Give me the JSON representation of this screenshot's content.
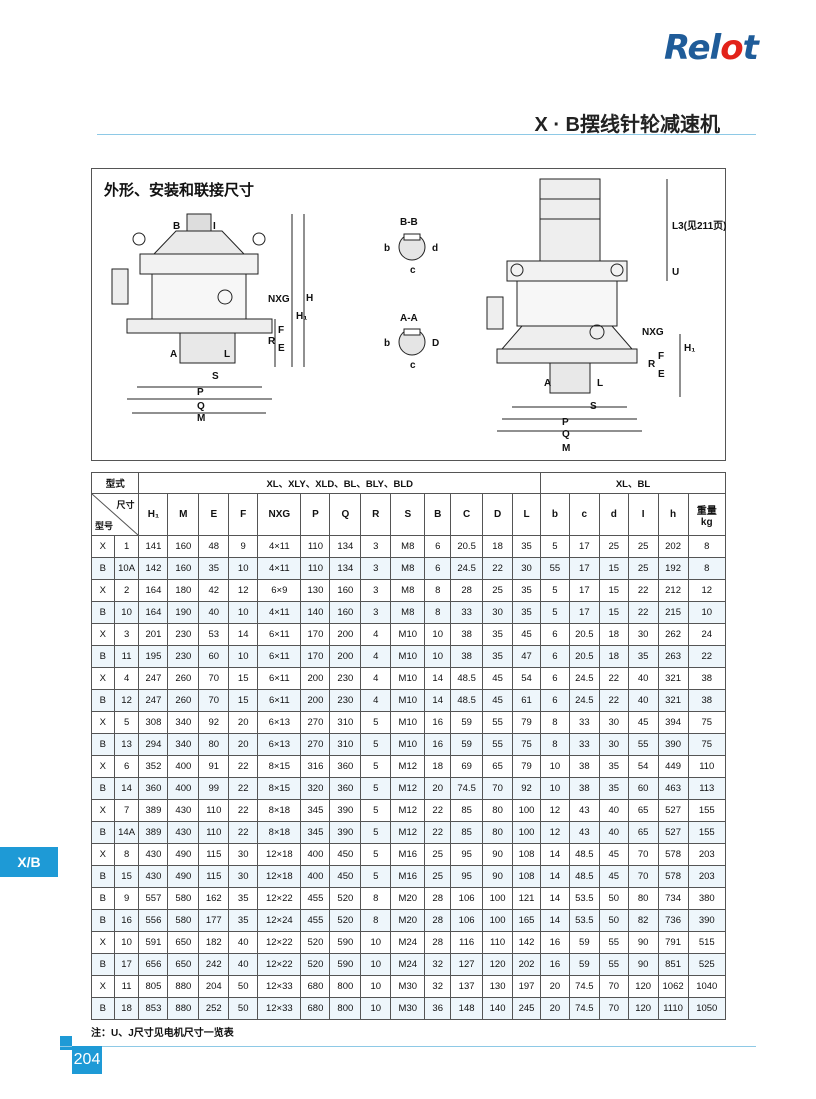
{
  "brand": {
    "logo_pre": "Rel",
    "logo_hl": "o",
    "logo_post": "t"
  },
  "header": {
    "title": "X · B摆线针轮减速机"
  },
  "figure": {
    "title": "外形、安装和联接尺寸",
    "labels": {
      "B": "B",
      "I": "I",
      "NXG": "NXG",
      "H1": "H₁",
      "H": "H",
      "R": "R",
      "F": "F",
      "E": "E",
      "A": "A",
      "L": "L",
      "S": "S",
      "P": "P",
      "Q": "Q",
      "M": "M",
      "BB": "B-B",
      "AA": "A-A",
      "b": "b",
      "d": "d",
      "c": "c",
      "D": "D",
      "U": "U",
      "L3": "L3(见211页)"
    }
  },
  "table": {
    "group_label": "型式",
    "group1": "XL、XLY、XLD、BL、BLY、BLD",
    "group2": "XL、BL",
    "corner_top": "尺寸",
    "corner_bottom": "型号",
    "columns": [
      "H₁",
      "M",
      "E",
      "F",
      "NXG",
      "P",
      "Q",
      "R",
      "S",
      "B",
      "C",
      "D",
      "L",
      "b",
      "c",
      "d",
      "I",
      "h"
    ],
    "weight_label": "重量",
    "weight_unit": "kg",
    "rows": [
      [
        "X",
        "1",
        "141",
        "160",
        "48",
        "9",
        "4×11",
        "110",
        "134",
        "3",
        "M8",
        "6",
        "20.5",
        "18",
        "35",
        "5",
        "17",
        "25",
        "25",
        "202",
        "8"
      ],
      [
        "B",
        "10A",
        "142",
        "160",
        "35",
        "10",
        "4×11",
        "110",
        "134",
        "3",
        "M8",
        "6",
        "24.5",
        "22",
        "30",
        "55",
        "17",
        "15",
        "25",
        "192",
        "8"
      ],
      [
        "X",
        "2",
        "164",
        "180",
        "42",
        "12",
        "6×9",
        "130",
        "160",
        "3",
        "M8",
        "8",
        "28",
        "25",
        "35",
        "5",
        "17",
        "15",
        "22",
        "212",
        "12"
      ],
      [
        "B",
        "10",
        "164",
        "190",
        "40",
        "10",
        "4×11",
        "140",
        "160",
        "3",
        "M8",
        "8",
        "33",
        "30",
        "35",
        "5",
        "17",
        "15",
        "22",
        "215",
        "10"
      ],
      [
        "X",
        "3",
        "201",
        "230",
        "53",
        "14",
        "6×11",
        "170",
        "200",
        "4",
        "M10",
        "10",
        "38",
        "35",
        "45",
        "6",
        "20.5",
        "18",
        "30",
        "262",
        "24"
      ],
      [
        "B",
        "11",
        "195",
        "230",
        "60",
        "10",
        "6×11",
        "170",
        "200",
        "4",
        "M10",
        "10",
        "38",
        "35",
        "47",
        "6",
        "20.5",
        "18",
        "35",
        "263",
        "22"
      ],
      [
        "X",
        "4",
        "247",
        "260",
        "70",
        "15",
        "6×11",
        "200",
        "230",
        "4",
        "M10",
        "14",
        "48.5",
        "45",
        "54",
        "6",
        "24.5",
        "22",
        "40",
        "321",
        "38"
      ],
      [
        "B",
        "12",
        "247",
        "260",
        "70",
        "15",
        "6×11",
        "200",
        "230",
        "4",
        "M10",
        "14",
        "48.5",
        "45",
        "61",
        "6",
        "24.5",
        "22",
        "40",
        "321",
        "38"
      ],
      [
        "X",
        "5",
        "308",
        "340",
        "92",
        "20",
        "6×13",
        "270",
        "310",
        "5",
        "M10",
        "16",
        "59",
        "55",
        "79",
        "8",
        "33",
        "30",
        "45",
        "394",
        "75"
      ],
      [
        "B",
        "13",
        "294",
        "340",
        "80",
        "20",
        "6×13",
        "270",
        "310",
        "5",
        "M10",
        "16",
        "59",
        "55",
        "75",
        "8",
        "33",
        "30",
        "55",
        "390",
        "75"
      ],
      [
        "X",
        "6",
        "352",
        "400",
        "91",
        "22",
        "8×15",
        "316",
        "360",
        "5",
        "M12",
        "18",
        "69",
        "65",
        "79",
        "10",
        "38",
        "35",
        "54",
        "449",
        "110"
      ],
      [
        "B",
        "14",
        "360",
        "400",
        "99",
        "22",
        "8×15",
        "320",
        "360",
        "5",
        "M12",
        "20",
        "74.5",
        "70",
        "92",
        "10",
        "38",
        "35",
        "60",
        "463",
        "113"
      ],
      [
        "X",
        "7",
        "389",
        "430",
        "110",
        "22",
        "8×18",
        "345",
        "390",
        "5",
        "M12",
        "22",
        "85",
        "80",
        "100",
        "12",
        "43",
        "40",
        "65",
        "527",
        "155"
      ],
      [
        "B",
        "14A",
        "389",
        "430",
        "110",
        "22",
        "8×18",
        "345",
        "390",
        "5",
        "M12",
        "22",
        "85",
        "80",
        "100",
        "12",
        "43",
        "40",
        "65",
        "527",
        "155"
      ],
      [
        "X",
        "8",
        "430",
        "490",
        "115",
        "30",
        "12×18",
        "400",
        "450",
        "5",
        "M16",
        "25",
        "95",
        "90",
        "108",
        "14",
        "48.5",
        "45",
        "70",
        "578",
        "203"
      ],
      [
        "B",
        "15",
        "430",
        "490",
        "115",
        "30",
        "12×18",
        "400",
        "450",
        "5",
        "M16",
        "25",
        "95",
        "90",
        "108",
        "14",
        "48.5",
        "45",
        "70",
        "578",
        "203"
      ],
      [
        "B",
        "9",
        "557",
        "580",
        "162",
        "35",
        "12×22",
        "455",
        "520",
        "8",
        "M20",
        "28",
        "106",
        "100",
        "121",
        "14",
        "53.5",
        "50",
        "80",
        "734",
        "380"
      ],
      [
        "B",
        "16",
        "556",
        "580",
        "177",
        "35",
        "12×24",
        "455",
        "520",
        "8",
        "M20",
        "28",
        "106",
        "100",
        "165",
        "14",
        "53.5",
        "50",
        "82",
        "736",
        "390"
      ],
      [
        "X",
        "10",
        "591",
        "650",
        "182",
        "40",
        "12×22",
        "520",
        "590",
        "10",
        "M24",
        "28",
        "116",
        "110",
        "142",
        "16",
        "59",
        "55",
        "90",
        "791",
        "515"
      ],
      [
        "B",
        "17",
        "656",
        "650",
        "242",
        "40",
        "12×22",
        "520",
        "590",
        "10",
        "M24",
        "32",
        "127",
        "120",
        "202",
        "16",
        "59",
        "55",
        "90",
        "851",
        "525"
      ],
      [
        "X",
        "11",
        "805",
        "880",
        "204",
        "50",
        "12×33",
        "680",
        "800",
        "10",
        "M30",
        "32",
        "137",
        "130",
        "197",
        "20",
        "74.5",
        "70",
        "120",
        "1062",
        "1040"
      ],
      [
        "B",
        "18",
        "853",
        "880",
        "252",
        "50",
        "12×33",
        "680",
        "800",
        "10",
        "M30",
        "36",
        "148",
        "140",
        "245",
        "20",
        "74.5",
        "70",
        "120",
        "1110",
        "1050"
      ]
    ]
  },
  "note": "注：U、J尺寸见电机尺寸一览表",
  "side_tab": "X/B",
  "page_number": "204"
}
